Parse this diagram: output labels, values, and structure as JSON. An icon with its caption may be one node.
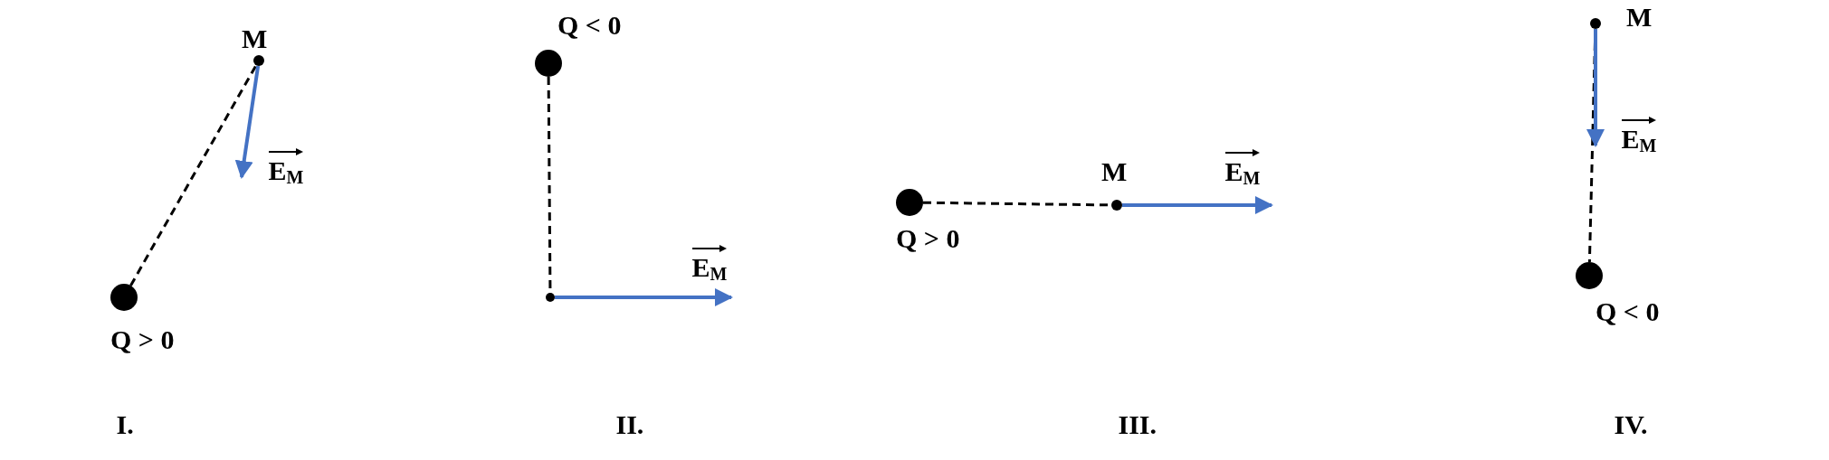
{
  "diagram": {
    "nodes": [
      {
        "text": [
          "M"
        ]
      },
      {
        "text": [
          "Q > 0"
        ]
      },
      {
        "text": [
          "Q < 0"
        ]
      },
      {
        "text": [],
        "shape": "circle"
      },
      {
        "text": [
          "Q > 0"
        ]
      },
      {
        "text": [
          "M"
        ]
      },
      {
        "text": [
          "M"
        ]
      },
      {
        "text": [
          "Q < 0"
        ]
      }
    ],
    "edges": [
      {
        "from": 1,
        "to": 0,
        "arrow": "none",
        "style": "dashed"
      },
      {
        "from": 0,
        "to": null,
        "arrow": "to",
        "label": "E$_{M}$",
        "color": "#4472c4"
      },
      {
        "from": 2,
        "to": 3,
        "arrow": "none",
        "style": "dashed"
      },
      {
        "from": 3,
        "to": null,
        "arrow": "to",
        "label": "E$_{M}$",
        "color": "#4472c4"
      },
      {
        "from": 4,
        "to": 5,
        "arrow": "none",
        "style": "dashed"
      },
      {
        "from": 5,
        "to": null,
        "arrow": "to",
        "label": "E$_{M}$",
        "color": "#4472c4"
      },
      {
        "from": 6,
        "to": 7,
        "arrow": "none",
        "style": "dashed"
      },
      {
        "from": 6,
        "to": null,
        "arrow": "to",
        "label": "E$_{M}$",
        "color": "#4472c4"
      }
    ],
    "labels": [
      "I.",
      "II.",
      "III.",
      "IV."
    ]
  }
}
